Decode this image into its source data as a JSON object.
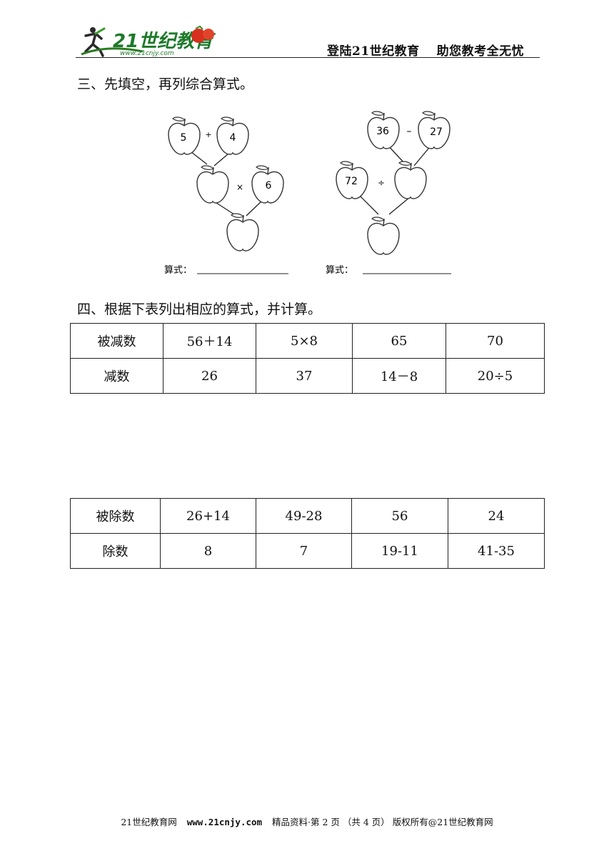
{
  "header": {
    "logo_text": "21世纪教育",
    "logo_url": "www.21cnjy.com",
    "slogan": "登陆21世纪教育　 助您教考全无忧"
  },
  "section3": {
    "title": "三、先填空，再列综合算式。",
    "left_tree": {
      "top_left": "5",
      "op_top": "+",
      "top_right": "4",
      "mid_left": "",
      "op_mid": "×",
      "mid_right": "6",
      "bottom": ""
    },
    "right_tree": {
      "top_left": "36",
      "op_top": "–",
      "top_right": "27",
      "mid_left": "72",
      "op_mid": "÷",
      "mid_right": "",
      "bottom": ""
    },
    "formula_label_left": "算式：",
    "formula_label_right": "算式："
  },
  "section4": {
    "title": "四、根据下表列出相应的算式，并计算。",
    "table1": {
      "rows": [
        [
          "被减数",
          "56＋14",
          "5×8",
          "65",
          "70"
        ],
        [
          "减数",
          "26",
          "37",
          "14－8",
          "20÷5"
        ]
      ]
    },
    "table2": {
      "rows": [
        [
          "被除数",
          "26+14",
          "49-28",
          "56",
          "24"
        ],
        [
          "除数",
          "8",
          "7",
          "19-11",
          "41-35"
        ]
      ]
    }
  },
  "footer": {
    "left": "21世纪教育网",
    "site": "www.21cnjy.com",
    "right": "精品资料·第 2 页 （共 4 页） 版权所有@21世纪教育网"
  }
}
